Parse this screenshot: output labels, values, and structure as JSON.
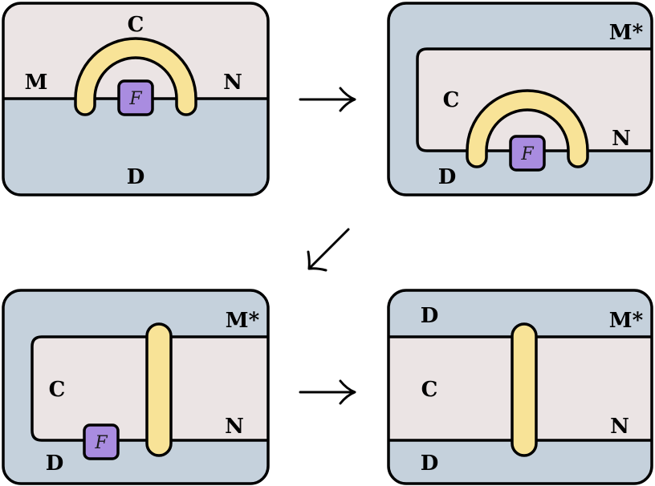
{
  "colors": {
    "category_c_fill": "#ebe4e4",
    "category_d_fill": "#c5d1dc",
    "yellow_strand": "#f8e397",
    "functor_box": "#a98ce0",
    "stroke": "#000000"
  },
  "labels": {
    "C": "C",
    "D": "D",
    "M": "M",
    "N": "N",
    "M_dual": "M*",
    "functor": "F"
  },
  "arrows": [
    {
      "glyph": "→",
      "direction": "right"
    },
    {
      "glyph": "↙",
      "direction": "down-left"
    },
    {
      "glyph": "→",
      "direction": "right"
    }
  ],
  "panels": [
    {
      "id": "panel-1",
      "regions": [
        "C",
        "D"
      ],
      "wires": [
        "M",
        "N"
      ],
      "functor": "F"
    },
    {
      "id": "panel-2",
      "regions": [
        "C",
        "D"
      ],
      "wires": [
        "M*",
        "N"
      ],
      "functor": "F"
    },
    {
      "id": "panel-3",
      "regions": [
        "C",
        "D"
      ],
      "wires": [
        "M*",
        "N"
      ],
      "functor": "F"
    },
    {
      "id": "panel-4",
      "regions": [
        "C",
        "D",
        "D"
      ],
      "wires": [
        "M*",
        "N"
      ]
    }
  ]
}
